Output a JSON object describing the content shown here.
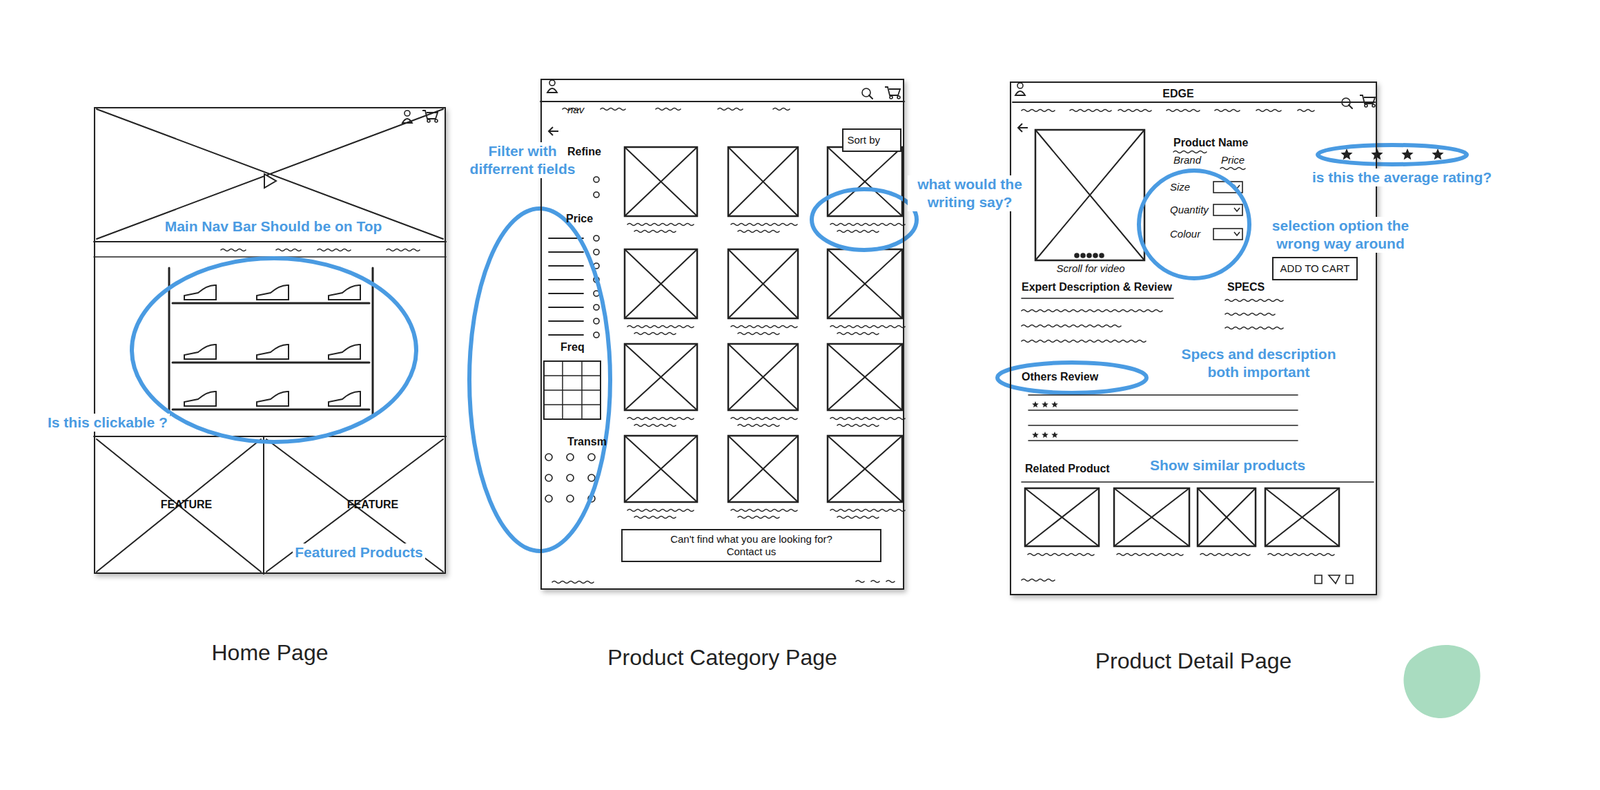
{
  "diagram": {
    "nodes": [
      {
        "text": [
          "Home Page"
        ]
      },
      {
        "text": [
          "Product Category Page"
        ]
      },
      {
        "text": [
          "Product Detail Page"
        ]
      },
      {
        "text": [
          "Sort by"
        ],
        "in": 1
      },
      {
        "text": [
          "Can't find what you are looking for? Contact us"
        ],
        "in": 1
      },
      {
        "text": [
          "ADD TO CART"
        ],
        "in": 2
      }
    ],
    "labels": [
      "Main Nav Bar Should be on Top",
      "Is this clickable ?",
      "FEATURE",
      "FEATURE",
      "Featured Products",
      "Filter with differrent fields",
      "nav",
      "Refine",
      "Price",
      "Freq",
      "Transm",
      "what would the writing say?",
      "EDGE",
      "Product Name",
      "Brand",
      "Price",
      "is this the average rating?",
      "Size",
      "Quantity",
      "Colour",
      "selection option the wrong way around",
      "Scroll for video",
      "Expert Description & Review",
      "SPECS",
      "Others Review",
      "Specs and description both important",
      "Related Product",
      "Show similar products"
    ]
  }
}
